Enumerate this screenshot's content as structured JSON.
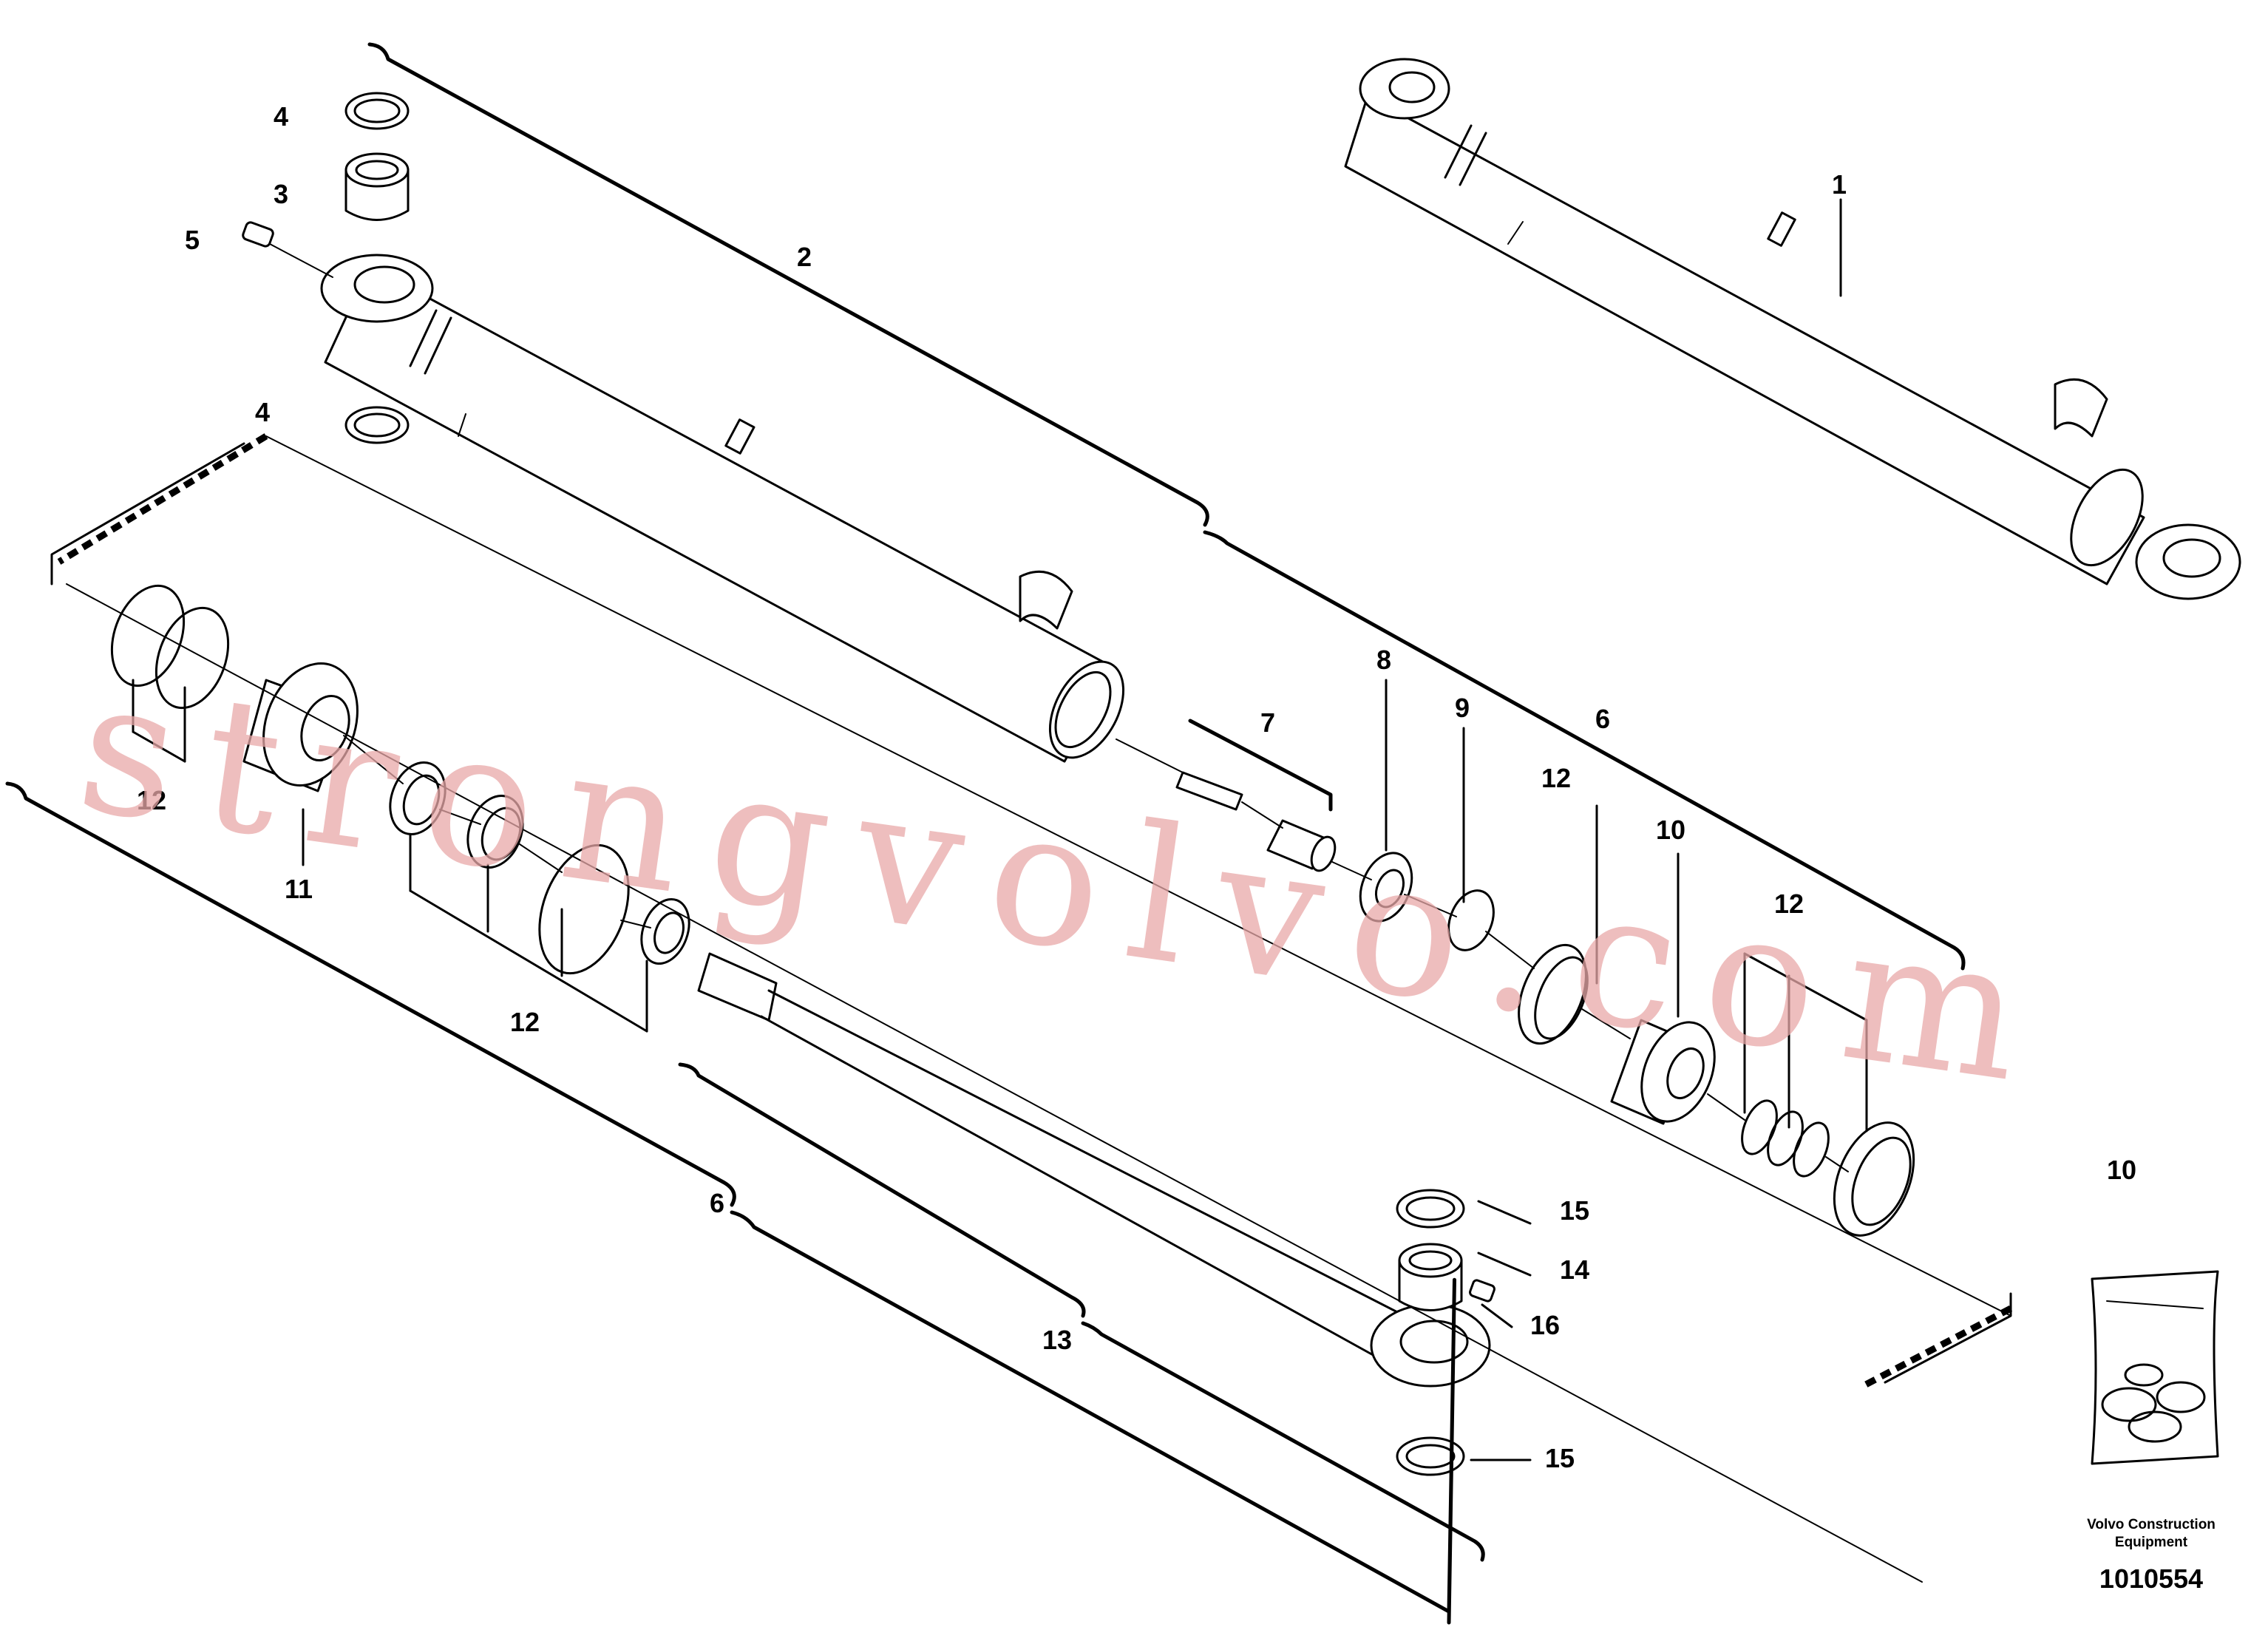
{
  "diagram": {
    "watermark": "strongvolvo.com",
    "footer": {
      "company_line1": "Volvo Construction",
      "company_line2": "Equipment",
      "figure_number": "1010554"
    },
    "callouts": [
      {
        "id": "c1",
        "text": "1"
      },
      {
        "id": "c2",
        "text": "2"
      },
      {
        "id": "c3",
        "text": "3"
      },
      {
        "id": "c4a",
        "text": "4"
      },
      {
        "id": "c4b",
        "text": "4"
      },
      {
        "id": "c5",
        "text": "5"
      },
      {
        "id": "c6a",
        "text": "6"
      },
      {
        "id": "c6b",
        "text": "6"
      },
      {
        "id": "c7",
        "text": "7"
      },
      {
        "id": "c8",
        "text": "8"
      },
      {
        "id": "c9",
        "text": "9"
      },
      {
        "id": "c10a",
        "text": "10"
      },
      {
        "id": "c10b",
        "text": "10"
      },
      {
        "id": "c11",
        "text": "11"
      },
      {
        "id": "c12a",
        "text": "12"
      },
      {
        "id": "c12b",
        "text": "12"
      },
      {
        "id": "c12c",
        "text": "12"
      },
      {
        "id": "c12d",
        "text": "12"
      },
      {
        "id": "c13",
        "text": "13"
      },
      {
        "id": "c14",
        "text": "14"
      },
      {
        "id": "c15a",
        "text": "15"
      },
      {
        "id": "c15b",
        "text": "15"
      },
      {
        "id": "c16",
        "text": "16"
      }
    ]
  }
}
